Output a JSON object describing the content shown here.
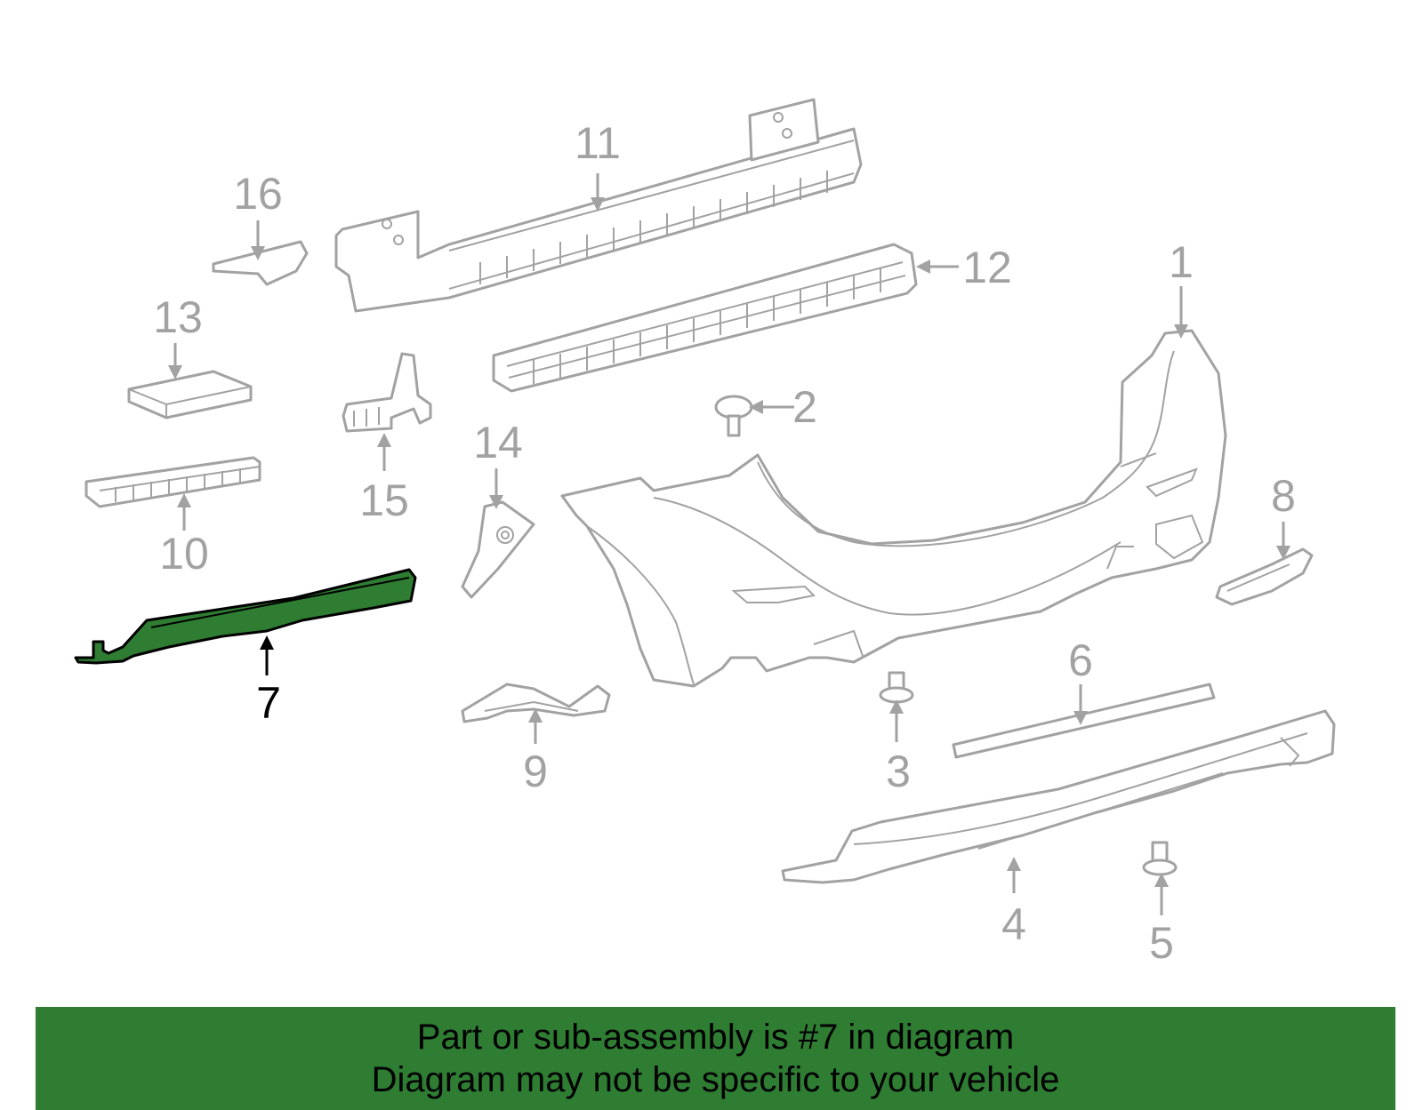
{
  "highlight_color": "#2e7d32",
  "part_color": "#a2a2a2",
  "diagram": {
    "highlighted_part": "7",
    "callouts": {
      "c1": "1",
      "c2": "2",
      "c3": "3",
      "c4": "4",
      "c5": "5",
      "c6": "6",
      "c7": "7",
      "c8": "8",
      "c9": "9",
      "c10": "10",
      "c11": "11",
      "c12": "12",
      "c13": "13",
      "c14": "14",
      "c15": "15",
      "c16": "16"
    }
  },
  "banner": {
    "line1": "Part or sub-assembly is #7 in diagram",
    "line2": "Diagram may not be specific to your vehicle"
  }
}
